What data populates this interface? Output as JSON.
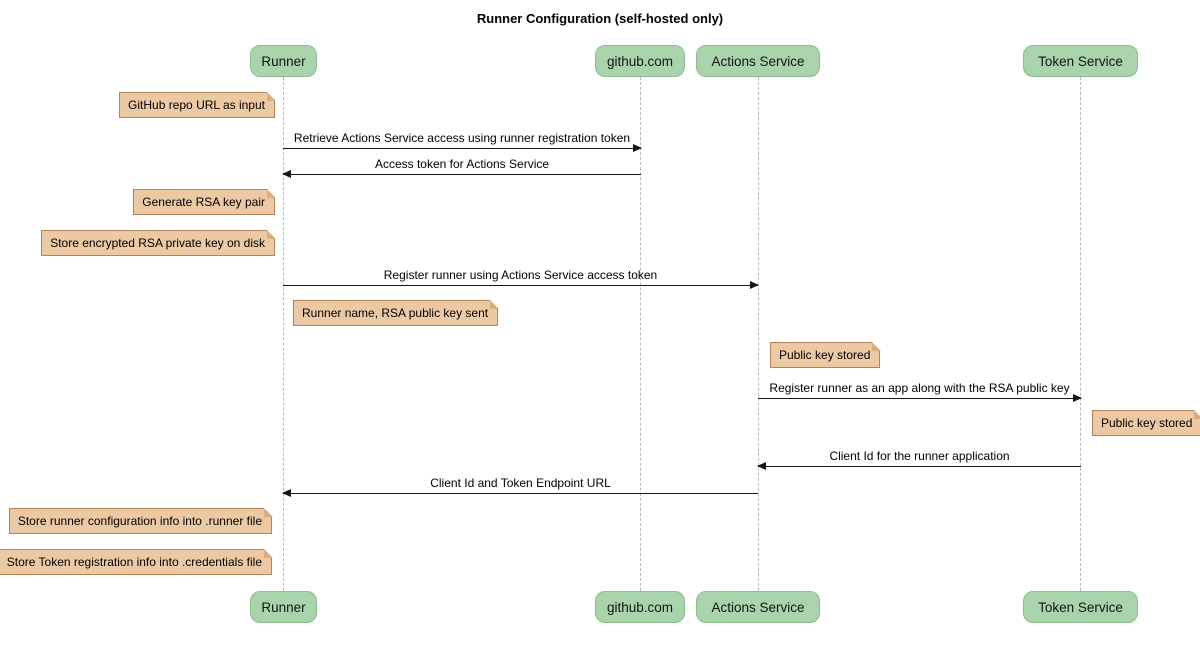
{
  "title": "Runner Configuration (self-hosted only)",
  "diagram_type": "sequence",
  "participants": [
    {
      "name": "Runner"
    },
    {
      "name": "github.com"
    },
    {
      "name": "Actions Service"
    },
    {
      "name": "Token Service"
    }
  ],
  "messages": [
    {
      "from": "Runner",
      "to": "github.com",
      "text": "Retrieve Actions Service access using runner registration token"
    },
    {
      "from": "github.com",
      "to": "Runner",
      "text": "Access token for Actions Service"
    },
    {
      "from": "Runner",
      "to": "Actions Service",
      "text": "Register runner using Actions Service access token"
    },
    {
      "from": "Actions Service",
      "to": "Token Service",
      "text": "Register runner as an app along with the RSA public key"
    },
    {
      "from": "Token Service",
      "to": "Actions Service",
      "text": "Client Id for the runner application"
    },
    {
      "from": "Actions Service",
      "to": "Runner",
      "text": "Client Id and Token Endpoint URL"
    }
  ],
  "notes": [
    {
      "anchor": "Runner",
      "side": "left",
      "text": "GitHub repo URL as input"
    },
    {
      "anchor": "Runner",
      "side": "left",
      "text": "Generate RSA key pair"
    },
    {
      "anchor": "Runner",
      "side": "left",
      "text": "Store encrypted RSA private key on disk"
    },
    {
      "anchor": "Runner",
      "side": "right",
      "text": "Runner name, RSA public key sent"
    },
    {
      "anchor": "Actions Service",
      "side": "right",
      "text": "Public key stored"
    },
    {
      "anchor": "Token Service",
      "side": "right",
      "text": "Public key stored"
    },
    {
      "anchor": "Runner",
      "side": "left",
      "text": "Store runner configuration info into .runner file"
    },
    {
      "anchor": "Runner",
      "side": "left",
      "text": "Store Token registration info into .credentials file"
    }
  ],
  "colors": {
    "participant_fill": "#A9D3AB",
    "participant_border": "#8CBE90",
    "note_fill": "#ECC9A2",
    "note_border": "#B5835A",
    "lifeline": "#B9B9B9",
    "arrow": "#161616"
  }
}
